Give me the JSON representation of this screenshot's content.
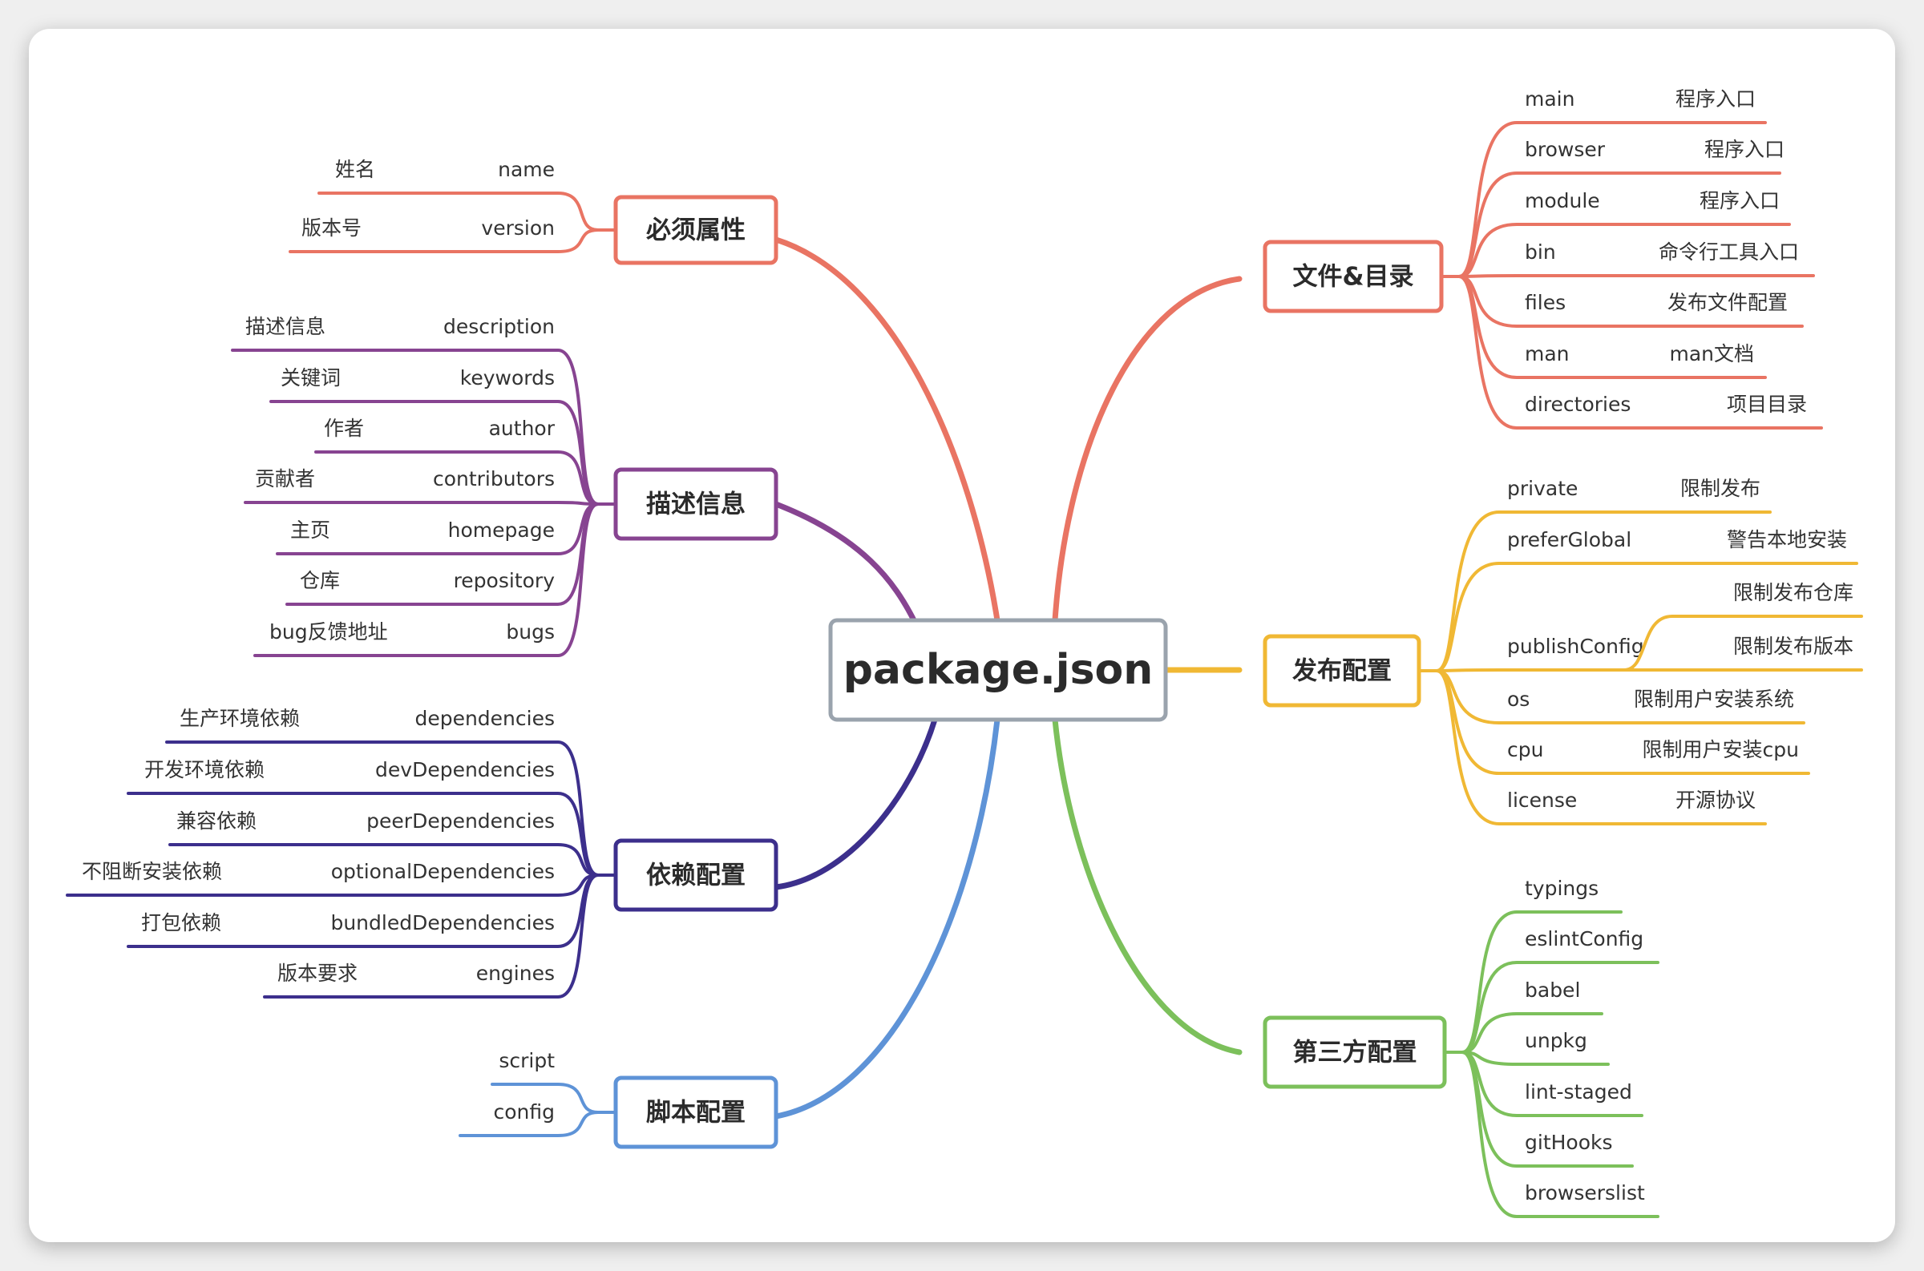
{
  "root": "package.json",
  "colors": {
    "required": "#e97463",
    "description": "#874491",
    "dependencies": "#3c2f8c",
    "scripts": "#5e93d7",
    "files": "#e97463",
    "publish": "#f0b834",
    "third_party": "#7cc05b",
    "root_border": "#9aa3ad"
  },
  "branches": {
    "required": {
      "label": "必须属性",
      "items": [
        {
          "key": "name",
          "desc": "姓名"
        },
        {
          "key": "version",
          "desc": "版本号"
        }
      ]
    },
    "description": {
      "label": "描述信息",
      "items": [
        {
          "key": "description",
          "desc": "描述信息"
        },
        {
          "key": "keywords",
          "desc": "关键词"
        },
        {
          "key": "author",
          "desc": "作者"
        },
        {
          "key": "contributors",
          "desc": "贡献者"
        },
        {
          "key": "homepage",
          "desc": "主页"
        },
        {
          "key": "repository",
          "desc": "仓库"
        },
        {
          "key": "bugs",
          "desc": "bug反馈地址"
        }
      ]
    },
    "dependencies": {
      "label": "依赖配置",
      "items": [
        {
          "key": "dependencies",
          "desc": "生产环境依赖"
        },
        {
          "key": "devDependencies",
          "desc": "开发环境依赖"
        },
        {
          "key": "peerDependencies",
          "desc": "兼容依赖"
        },
        {
          "key": "optionalDependencies",
          "desc": "不阻断安装依赖"
        },
        {
          "key": "bundledDependencies",
          "desc": "打包依赖"
        },
        {
          "key": "engines",
          "desc": "版本要求"
        }
      ]
    },
    "scripts": {
      "label": "脚本配置",
      "items": [
        {
          "key": "script"
        },
        {
          "key": "config"
        }
      ]
    },
    "files": {
      "label": "文件&目录",
      "items": [
        {
          "key": "main",
          "desc": "程序入口"
        },
        {
          "key": "browser",
          "desc": "程序入口"
        },
        {
          "key": "module",
          "desc": "程序入口"
        },
        {
          "key": "bin",
          "desc": "命令行工具入口"
        },
        {
          "key": "files",
          "desc": "发布文件配置"
        },
        {
          "key": "man",
          "desc": "man文档"
        },
        {
          "key": "directories",
          "desc": "项目目录"
        }
      ]
    },
    "publish": {
      "label": "发布配置",
      "items": [
        {
          "key": "private",
          "desc": "限制发布"
        },
        {
          "key": "preferGlobal",
          "desc": "警告本地安装"
        },
        {
          "key": "publishConfig",
          "children": [
            "限制发布仓库",
            "限制发布版本"
          ]
        },
        {
          "key": "os",
          "desc": "限制用户安装系统"
        },
        {
          "key": "cpu",
          "desc": "限制用户安装cpu"
        },
        {
          "key": "license",
          "desc": "开源协议"
        }
      ]
    },
    "third_party": {
      "label": "第三方配置",
      "items": [
        {
          "key": "typings"
        },
        {
          "key": "eslintConfig"
        },
        {
          "key": "babel"
        },
        {
          "key": "unpkg"
        },
        {
          "key": "lint-staged"
        },
        {
          "key": "gitHooks"
        },
        {
          "key": "browserslist"
        }
      ]
    }
  }
}
